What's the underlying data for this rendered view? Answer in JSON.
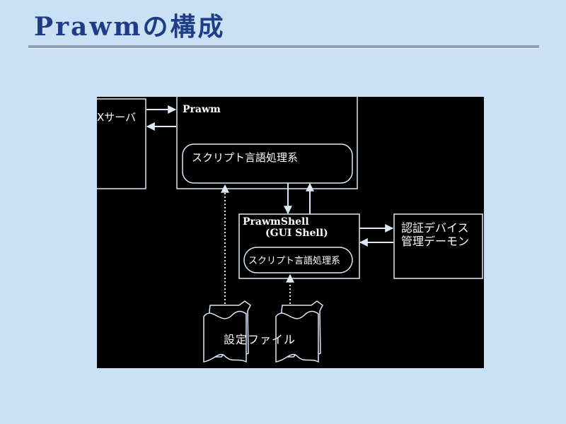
{
  "slide": {
    "title": "Prawmの構成"
  },
  "diagram": {
    "x_server_label": "Xサーバ",
    "prawm_label": "Prawm",
    "prawm_script_label": "スクリプト言語処理系",
    "shell_name_label": "PrawmShell",
    "shell_sub_label": "(GUI Shell)",
    "shell_script_label": "スクリプト言語処理系",
    "auth_line1": "認証デバイス",
    "auth_line2": "管理デーモン",
    "config_label": "設定ファイル"
  },
  "colors": {
    "background": "#c9e0f5",
    "title": "#1f3c86",
    "diagram_background": "#000000",
    "line": "#dde8f6"
  }
}
